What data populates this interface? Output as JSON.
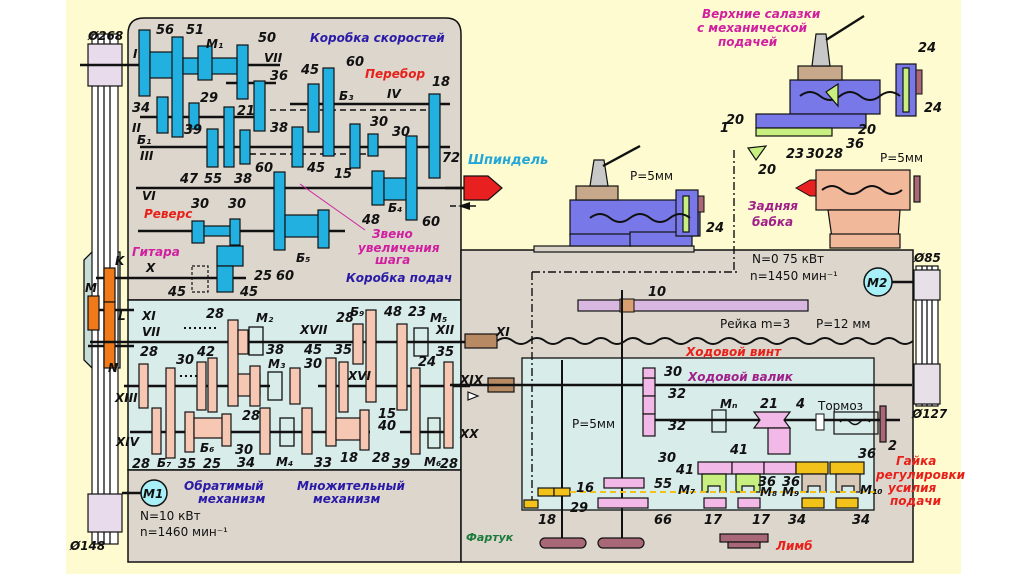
{
  "title_blocks": {
    "speed_box": "Коробка скоростей",
    "feed_box": "Коробка подач",
    "back_gear": "Перебор",
    "reverse": "Реверс",
    "guitar": "Гитара",
    "pitch_link": [
      "Звено",
      "увеличения",
      "шага"
    ],
    "spindle": "Шпиндель",
    "reversing_mechanism": [
      "Обратимый",
      "механизм"
    ],
    "multiplier_mechanism": [
      "Множительный",
      "механизм"
    ],
    "apron": "Фартук",
    "lead_screw": "Ходовой винт",
    "feed_shaft": "Ходовой валик",
    "upper_slide": [
      "Верхние салазки",
      "с механической",
      "подачей"
    ],
    "tailstock": [
      "Задняя",
      "бабка"
    ],
    "dial": "Лимб",
    "brake": "Тормоз",
    "feed_force_nut": [
      "Гайка",
      "регулировки",
      "усилия",
      "подачи"
    ],
    "rack": "Рейка  m=3",
    "lead_screw_pitch": "P=12  мм",
    "carriage_pitch": "P=5мм",
    "tailstock_pitch": "P=5мм",
    "apron_pitch": "P=5мм"
  },
  "motors": {
    "m1": {
      "label": "M1",
      "power": "N=10  кВт",
      "speed": "n=1460 мин⁻¹"
    },
    "m2": {
      "label": "M2",
      "power": "N=0 75  кВт",
      "speed": "n=1450  мин⁻¹"
    }
  },
  "pulleys": {
    "d268": "Ø268",
    "d148": "Ø148",
    "d85": "Ø85",
    "d127": "Ø127"
  },
  "shafts": {
    "I": "I",
    "II": "II",
    "III": "III",
    "IV": "IV",
    "VI": "VI",
    "VII_top": "VII",
    "X": "X",
    "XI": "XI",
    "VII_feed": "VII",
    "XIII": "XIII",
    "XIV": "XIV",
    "XVII": "XVII",
    "XII": "XII",
    "XVI": "XVI",
    "XIX": "XIX",
    "XX": "XX",
    "XI_screw": "XI"
  },
  "clutches": {
    "M1": "M₁",
    "M2": "M₂",
    "M3": "M₃",
    "M4": "M₄",
    "M5": "M₅",
    "M6": "M₆",
    "M7": "M₇",
    "M8": "M₈",
    "M9": "M₉",
    "M10": "M₁₀",
    "Mn": "Mₙ"
  },
  "blocks": {
    "B1": "Б₁",
    "B3": "Б₃",
    "B4": "Б₄",
    "B5": "Б₅",
    "B6": "Б₆",
    "B7": "Б₇",
    "B9": "Б₉"
  },
  "guitar_gears": {
    "K": "K",
    "L": "L",
    "M": "M",
    "N": "N"
  },
  "speed_box_gears": [
    "56",
    "51",
    "50",
    "36",
    "34",
    "29",
    "21",
    "39",
    "38",
    "47",
    "55",
    "38",
    "60",
    "45",
    "15",
    "45",
    "60",
    "30",
    "30",
    "18",
    "72",
    "48",
    "60",
    "30",
    "30",
    "25",
    "45",
    "60",
    "45"
  ],
  "feed_box_gears": [
    "28",
    "28",
    "30",
    "42",
    "38",
    "30",
    "28",
    "28",
    "35",
    "25",
    "30",
    "34",
    "33",
    "45",
    "35",
    "18",
    "28",
    "28",
    "48",
    "23",
    "15",
    "40",
    "24",
    "39",
    "35",
    "28"
  ],
  "apron_gears": [
    "30",
    "32",
    "32",
    "30",
    "21",
    "4",
    "41",
    "41",
    "36",
    "36",
    "36",
    "2",
    "55",
    "66",
    "16",
    "29",
    "18",
    "17",
    "17",
    "34",
    "34",
    "10"
  ],
  "slide_gears": [
    "1",
    "20",
    "23",
    "30",
    "28",
    "36",
    "20",
    "20",
    "24",
    "24"
  ],
  "carriage_gear": "24",
  "colors": {
    "page_bg": "#fffbd0",
    "panel_bg": "#dcd6cc",
    "feed_bg": "#d8ecea",
    "speed_gear": "#22b0e0",
    "feed_gear": "#f6c8b4",
    "guitar_gear": "#f07a1a",
    "apron_gear": "#f2b8e8",
    "carriage": "#7878e8",
    "tailstock": "#f2b89a",
    "spindle_tip": "#e82020",
    "motor_fill": "#a8f0f8"
  }
}
